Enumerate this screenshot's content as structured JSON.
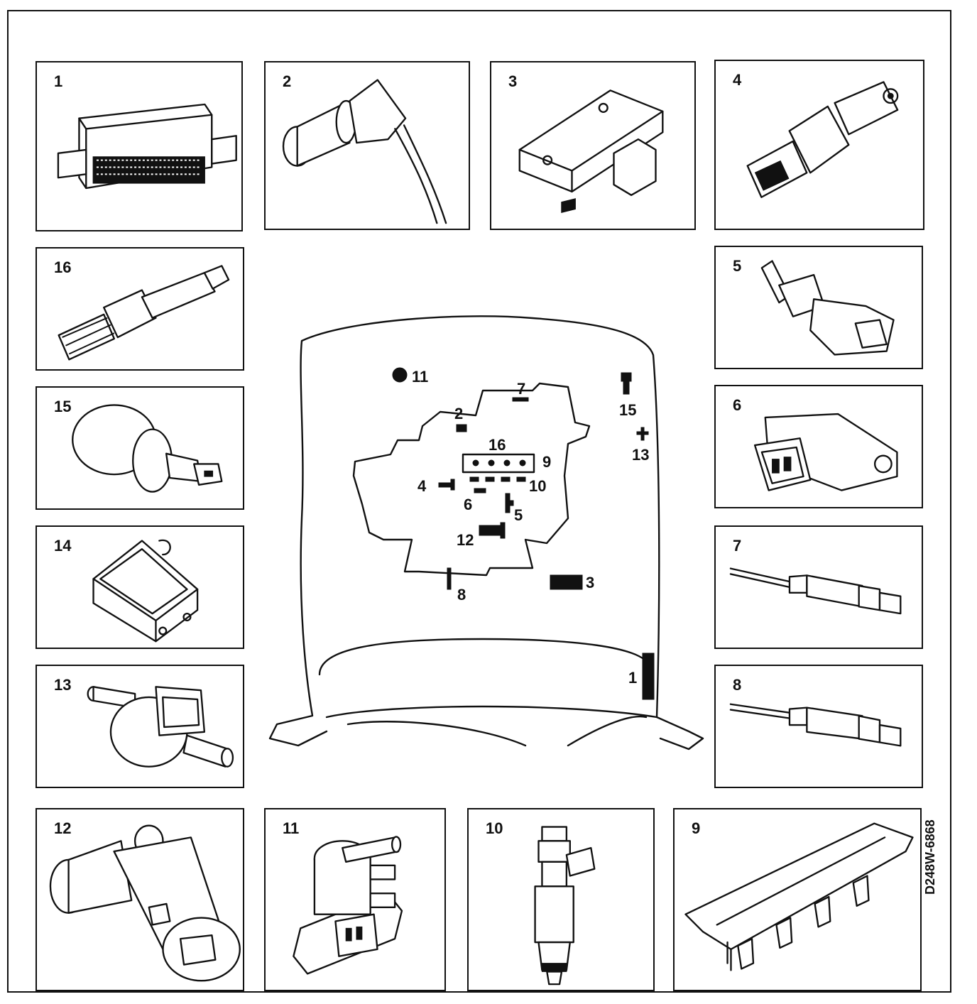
{
  "panels": [
    {
      "id": "1",
      "label": "1"
    },
    {
      "id": "2",
      "label": "2"
    },
    {
      "id": "3",
      "label": "3"
    },
    {
      "id": "4",
      "label": "4"
    },
    {
      "id": "16",
      "label": "16"
    },
    {
      "id": "5",
      "label": "5"
    },
    {
      "id": "15",
      "label": "15"
    },
    {
      "id": "6",
      "label": "6"
    },
    {
      "id": "14",
      "label": "14"
    },
    {
      "id": "7",
      "label": "7"
    },
    {
      "id": "13",
      "label": "13"
    },
    {
      "id": "8",
      "label": "8"
    },
    {
      "id": "12",
      "label": "12"
    },
    {
      "id": "11",
      "label": "11"
    },
    {
      "id": "10",
      "label": "10"
    },
    {
      "id": "9",
      "label": "9"
    }
  ],
  "center_labels": {
    "l11": "11",
    "l7": "7",
    "l2": "2",
    "l16": "16",
    "l9": "9",
    "l4": "4",
    "l10": "10",
    "l6": "6",
    "l5": "5",
    "l12": "12",
    "l8": "8",
    "l3": "3",
    "l15": "15",
    "l13": "13",
    "l1": "1"
  },
  "drawing_code": "D248W-6868"
}
